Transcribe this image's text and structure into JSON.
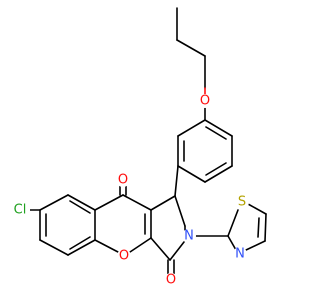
{
  "molecule": {
    "colors": {
      "bond": "#000000",
      "O": "#ff0d0d",
      "N": "#3050f8",
      "S": "#b3a200",
      "Cl": "#1fa01f"
    },
    "atom_labels": {
      "o_propoxy": "O",
      "o_ketone": "O",
      "o_lactam": "O",
      "o_ring": "O",
      "n_lactam": "N",
      "n_thiazole": "N",
      "s_thiazole": "S",
      "cl": "Cl"
    }
  }
}
